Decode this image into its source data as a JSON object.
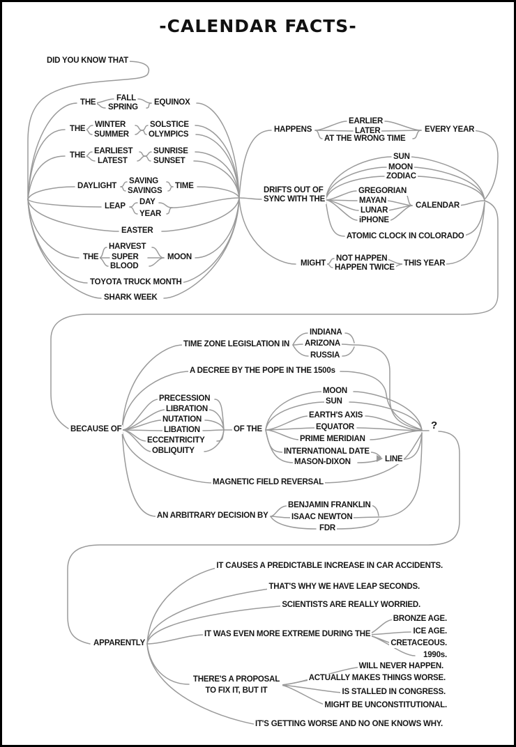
{
  "colors": {
    "line": "#9a9a9a",
    "text": "#161616",
    "background": "#ffffff",
    "frame": "#000000"
  },
  "title": "-CALENDAR FACTS-",
  "intro": "DID YOU KNOW THAT",
  "subject": {
    "row1": {
      "pre": "THE",
      "opt1": "FALL",
      "opt2": "SPRING",
      "post": "EQUINOX"
    },
    "row2": {
      "pre": "THE",
      "opt1": "WINTER",
      "opt2": "SUMMER",
      "post1": "SOLSTICE",
      "post2": "OLYMPICS"
    },
    "row3": {
      "pre": "THE",
      "opt1": "EARLIEST",
      "opt2": "LATEST",
      "post1": "SUNRISE",
      "post2": "SUNSET"
    },
    "row4": {
      "pre": "DAYLIGHT",
      "opt1": "SAVING",
      "opt2": "SAVINGS",
      "post": "TIME"
    },
    "row5": {
      "pre": "LEAP",
      "opt1": "DAY",
      "opt2": "YEAR"
    },
    "row6": "EASTER",
    "row7": {
      "pre": "THE",
      "opt1": "HARVEST",
      "opt2": "SUPER",
      "opt3": "BLOOD",
      "post": "MOON"
    },
    "row8": "TOYOTA TRUCK MONTH",
    "row9": "SHARK WEEK"
  },
  "event": {
    "happens": {
      "pre": "HAPPENS",
      "opt1": "EARLIER",
      "opt2": "LATER",
      "opt3": "AT THE WRONG TIME",
      "post": "EVERY YEAR"
    },
    "drifts": {
      "line1": "DRIFTS OUT OF",
      "line2": "SYNC WITH THE",
      "opt1": "SUN",
      "opt2": "MOON",
      "opt3": "ZODIAC",
      "cal1": "GREGORIAN",
      "cal2": "MAYAN",
      "cal3": "LUNAR",
      "cal4": "iPHONE",
      "cal_word": "CALENDAR",
      "opt4": "ATOMIC CLOCK IN COLORADO"
    },
    "might": {
      "pre": "MIGHT",
      "opt1": "NOT HAPPEN",
      "opt2": "HAPPEN TWICE",
      "post": "THIS YEAR"
    }
  },
  "because": {
    "label": "BECAUSE OF",
    "timezone": {
      "pre": "TIME ZONE LEGISLATION IN",
      "opt1": "INDIANA",
      "opt2": "ARIZONA",
      "opt3": "RUSSIA"
    },
    "decree": "A DECREE BY THE POPE IN THE 1500s",
    "mech": {
      "m1": "PRECESSION",
      "m2": "LIBRATION",
      "m3": "NUTATION",
      "m4": "LIBATION",
      "m5": "ECCENTRICITY",
      "m6": "OBLIQUITY",
      "of_the": "OF THE",
      "t1": "MOON",
      "t2": "SUN",
      "t3": "EARTH'S AXIS",
      "t4": "EQUATOR",
      "t5": "PRIME MERIDIAN",
      "t6": "INTERNATIONAL DATE",
      "t7": "MASON-DIXON",
      "line_word": "LINE"
    },
    "magnetic": "MAGNETIC FIELD REVERSAL",
    "arbitrary": {
      "pre": "AN ARBITRARY DECISION BY",
      "opt1": "BENJAMIN FRANKLIN",
      "opt2": "ISAAC NEWTON",
      "opt3": "FDR"
    },
    "qmark": "?"
  },
  "apparently": {
    "label": "APPARENTLY",
    "s1": "IT CAUSES A PREDICTABLE INCREASE IN CAR ACCIDENTS.",
    "s2": "THAT'S WHY WE HAVE LEAP SECONDS.",
    "s3": "SCIENTISTS ARE REALLY WORRIED.",
    "extreme": {
      "pre": "IT WAS EVEN MORE EXTREME DURING THE",
      "opt1": "BRONZE AGE.",
      "opt2": "ICE AGE.",
      "opt3": "CRETACEOUS.",
      "opt4": "1990s."
    },
    "proposal": {
      "line1": "THERE'S A PROPOSAL",
      "line2": "TO FIX IT, BUT IT",
      "opt1": "WILL NEVER HAPPEN.",
      "opt2": "ACTUALLY MAKES THINGS WORSE.",
      "opt3": "IS STALLED IN CONGRESS.",
      "opt4": "MIGHT BE UNCONSTITUTIONAL."
    },
    "s6": "IT'S GETTING WORSE AND NO ONE KNOWS WHY."
  }
}
